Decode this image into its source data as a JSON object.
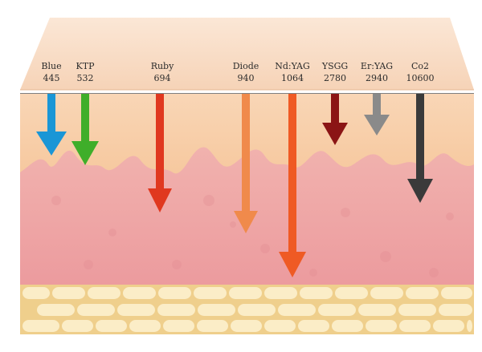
{
  "lasers": [
    {
      "name": "Blue",
      "wavelength": "445",
      "color": "#1a96d6"
    },
    {
      "name": "KTP",
      "wavelength": "532",
      "color": "#3fae2a"
    },
    {
      "name": "Ruby",
      "wavelength": "694",
      "color": "#e0381f"
    },
    {
      "name": "Diode",
      "wavelength": "940",
      "color": "#f08a4b"
    },
    {
      "name": "Nd:YAG",
      "wavelength": "1064",
      "color": "#ef5a24"
    },
    {
      "name": "YSGG",
      "wavelength": "2780",
      "color": "#8b1515"
    },
    {
      "name": "Er:YAG",
      "wavelength": "2940",
      "color": "#8a8a8a"
    },
    {
      "name": "Co2",
      "wavelength": "10600",
      "color": "#3a3a3a"
    }
  ],
  "colors": {
    "epidermis_top": "#fbe3d0",
    "epidermis": "#f8cfa8",
    "dermis": "#eda1a2",
    "subcutis": "#f3dba0",
    "fat_cell": "#fbedc7"
  }
}
